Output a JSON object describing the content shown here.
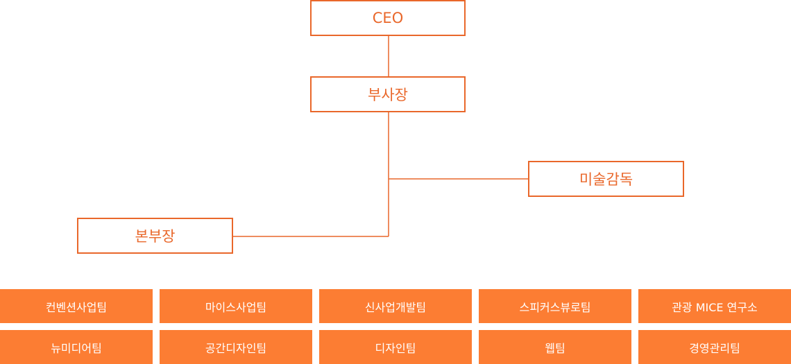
{
  "org": {
    "ceo": "CEO",
    "vice_president": "부사장",
    "art_director": "미술감독",
    "division_head": "본부장"
  },
  "teams": {
    "row1": [
      "컨벤션사업팀",
      "마이스사업팀",
      "신사업개발팀",
      "스피커스뷰로팀",
      "관광 MICE 연구소"
    ],
    "row2": [
      "뉴미디어팀",
      "공간디자인팀",
      "디자인팀",
      "웹팀",
      "경영관리팀"
    ]
  },
  "colors": {
    "accent": "#e9672a",
    "team_fill": "#fc7d33",
    "team_text": "#ffffff"
  }
}
